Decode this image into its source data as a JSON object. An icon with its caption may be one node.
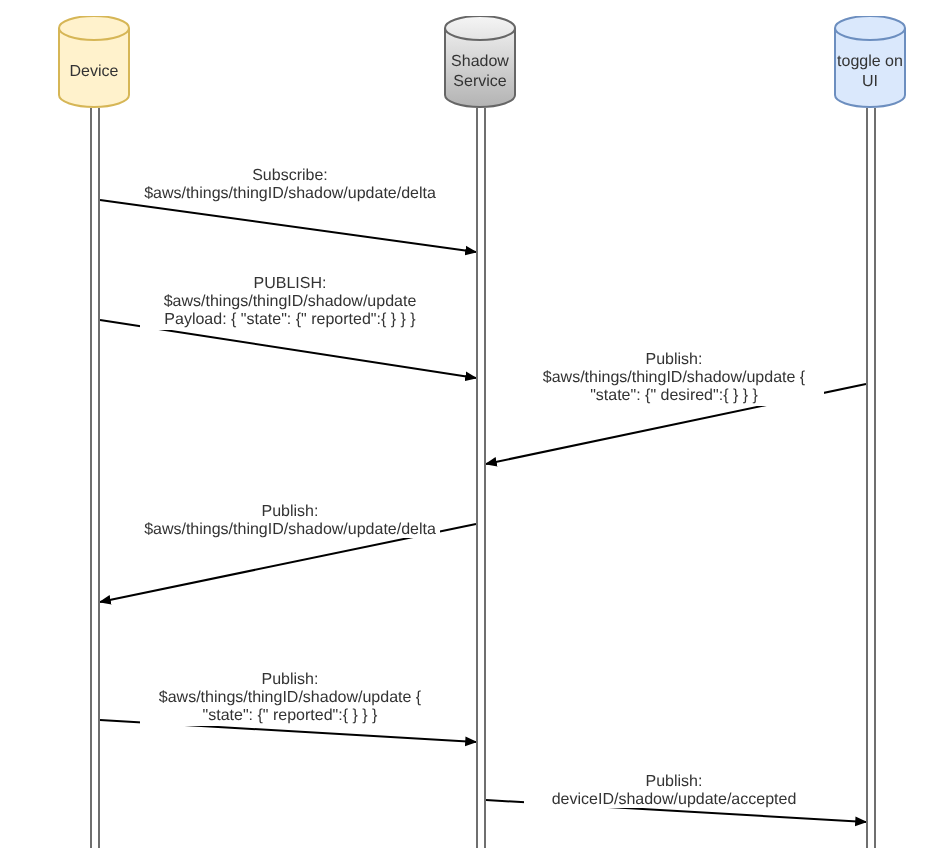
{
  "diagram": {
    "nodes": [
      {
        "text": [
          "Device"
        ]
      },
      {
        "text": [
          "Shadow Service"
        ]
      },
      {
        "text": [
          "toggle on UI"
        ]
      },
      {
        "text": [],
        "shape": "bar"
      },
      {
        "text": [],
        "shape": "bar"
      },
      {
        "text": [],
        "shape": "bar"
      }
    ],
    "edges": [
      {
        "from": 3,
        "to": 4,
        "arrow": "to",
        "label": "Subscribe: $aws/things/thingID/shadow/update/delta"
      },
      {
        "from": 3,
        "to": 4,
        "arrow": "to",
        "label": "PUBLISH: $aws/things/thingID/shadow/update Payload: { \"state\": {\" reported\":{ } } }"
      },
      {
        "from": 5,
        "to": 4,
        "arrow": "to",
        "label": "Publish: $aws/things/thingID/shadow/update { \"state\": {\" desired\":{ } } }"
      },
      {
        "from": 4,
        "to": 3,
        "arrow": "to",
        "label": "Publish: $aws/things/thingID/shadow/update/delta"
      },
      {
        "from": 3,
        "to": 4,
        "arrow": "to",
        "label": "Publish: $aws/things/thingID/shadow/update { \"state\": {\" reported\":{ } } }"
      },
      {
        "from": 4,
        "to": 5,
        "arrow": "to",
        "label": "Publish: deviceID/shadow/update/accepted"
      }
    ]
  }
}
